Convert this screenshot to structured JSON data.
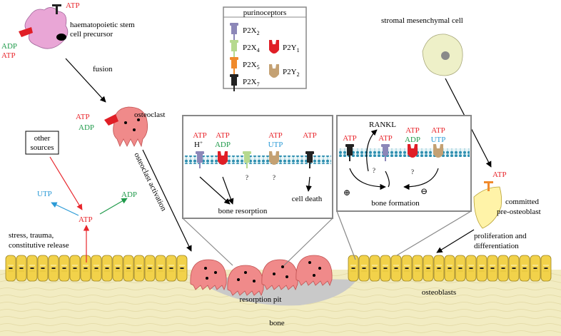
{
  "colors": {
    "atp": "#e8262c",
    "adp": "#1f9a4a",
    "utp": "#2a9ad6",
    "p2x2": "#8c87b8",
    "p2x4": "#b6d98f",
    "p2x5": "#f08a2c",
    "p2x7": "#222222",
    "p2y1": "#e01e26",
    "p2y2": "#c4a173",
    "osteoclast": "#f08a8a",
    "stem_cell": "#e9a6d6",
    "stromal_cell": "#eef0c8",
    "osteoblast": "#f2d24a",
    "bone": "#f2ecc2",
    "pit": "#c9c9c9"
  },
  "labels": {
    "atp": "ATP",
    "adp": "ADP",
    "utp": "UTP",
    "h_plus": "H",
    "plus_sup": "+",
    "question": "?",
    "oplus": "⊕",
    "ominus": "⊖"
  },
  "stem_cell": {
    "label_line1": "haematopoietic stem",
    "label_line2": "cell precursor"
  },
  "fusion": "fusion",
  "osteoclast": "osteoclast",
  "osteoclast_activation": "osteoclast activation",
  "other_sources": {
    "line1": "other",
    "line2": "sources"
  },
  "release": {
    "line1": "stress, trauma,",
    "line2": "constitutive release"
  },
  "legend": {
    "title": "purinoceptors",
    "items": [
      {
        "name": "P2X",
        "sub": "2"
      },
      {
        "name": "P2X",
        "sub": "4"
      },
      {
        "name": "P2X",
        "sub": "5"
      },
      {
        "name": "P2X",
        "sub": "7"
      },
      {
        "name": "P2Y",
        "sub": "1"
      },
      {
        "name": "P2Y",
        "sub": "2"
      }
    ]
  },
  "stromal_cell": "stromal mesenchymal cell",
  "pre_osteoblast": {
    "line1": "committed",
    "line2": "pre-osteoblast"
  },
  "proliferation": {
    "line1": "proliferation and",
    "line2": "differentiation"
  },
  "resorption_panel": {
    "cell_death": "cell death",
    "bone_resorption": "bone resorption"
  },
  "formation_panel": {
    "rankl": "RANKL",
    "bone_formation": "bone formation"
  },
  "resorption_pit": "resorption pit",
  "osteoblasts": "osteoblasts",
  "bone": "bone"
}
